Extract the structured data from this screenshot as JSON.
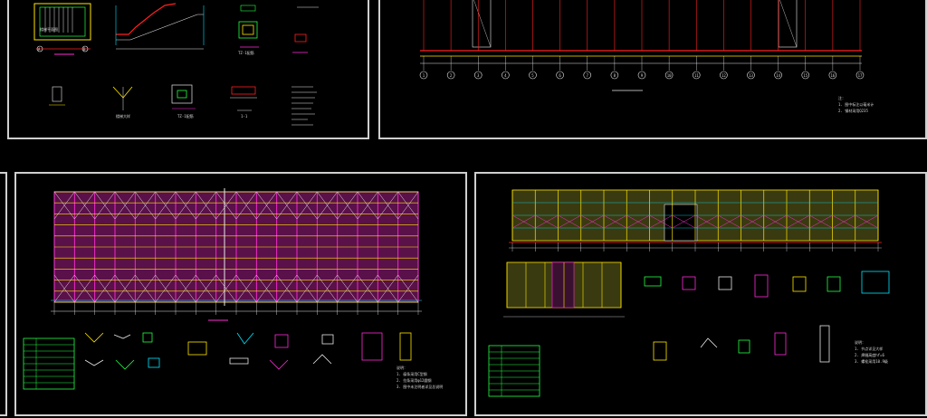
{
  "sheets": {
    "stair_details": {
      "labels": [
        "楼梯平面图",
        "TZ-1配筋",
        "TZ-1配筋",
        "1-1",
        "楼梯大样"
      ],
      "axis_a": "A",
      "axis_b": "B"
    },
    "elevation": {
      "axis_numbers": [
        "1",
        "2",
        "3",
        "4",
        "5",
        "6",
        "7",
        "8",
        "9",
        "10",
        "11",
        "12",
        "13",
        "14",
        "15",
        "16",
        "17"
      ],
      "notes": [
        "注：",
        "1. 图中标注以毫米计",
        "2. 钢材采用Q235"
      ]
    },
    "roof_plan": {
      "table_rows": 8,
      "notes": [
        "说明：",
        "1. 檩条采用C型钢",
        "2. 拉条采用φ12圆钢",
        "3. 图中未注明者详见总说明"
      ]
    },
    "frame_details": {
      "table_rows": 8,
      "notes": [
        "说明：",
        "1. 节点详见大样",
        "2. 焊缝高度hf=6",
        "3. 螺栓采用10.9级"
      ]
    }
  },
  "colors": {
    "frame_border": "#cfcfcf",
    "magenta": "#ff2bd8",
    "yellow": "#ffe600",
    "cyan": "#00e5ff",
    "red": "#ff2020",
    "green": "#22ff44",
    "white": "#e8e8e8"
  }
}
